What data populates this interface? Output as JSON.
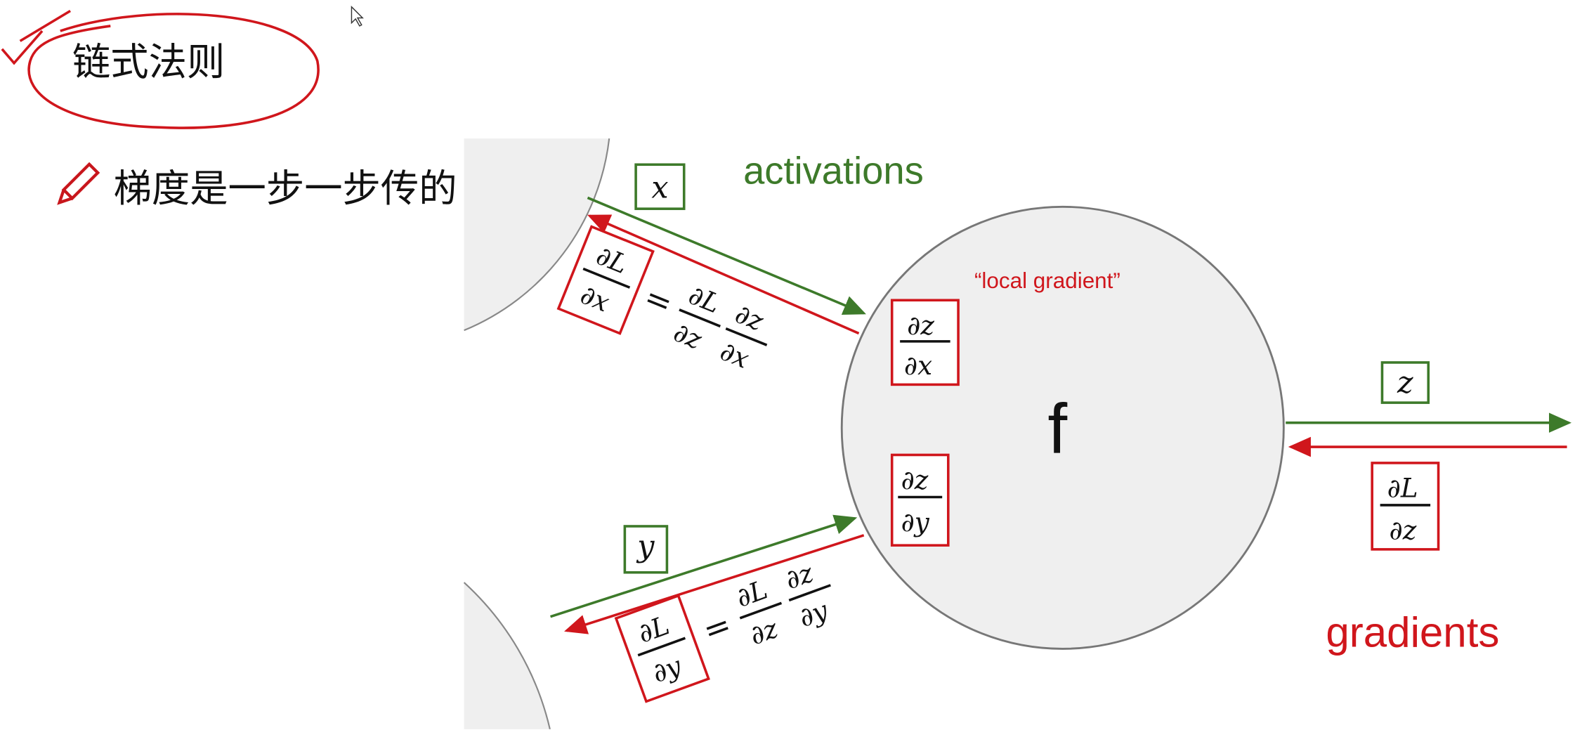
{
  "slide": {
    "title": "链式法则",
    "bullet": "梯度是一步一步传的"
  },
  "diagram": {
    "activations_label": "activations",
    "gradients_label": "gradients",
    "local_gradient_label": "“local gradient”",
    "node_label": "f",
    "input_x": "x",
    "input_y": "y",
    "output_z": "z",
    "partial": "∂",
    "L": "L",
    "z": "z",
    "x": "x",
    "y": "y",
    "equals": "="
  },
  "colors": {
    "green": "#3d7a2a",
    "red": "#d0161c",
    "node_fill": "#efefef"
  }
}
